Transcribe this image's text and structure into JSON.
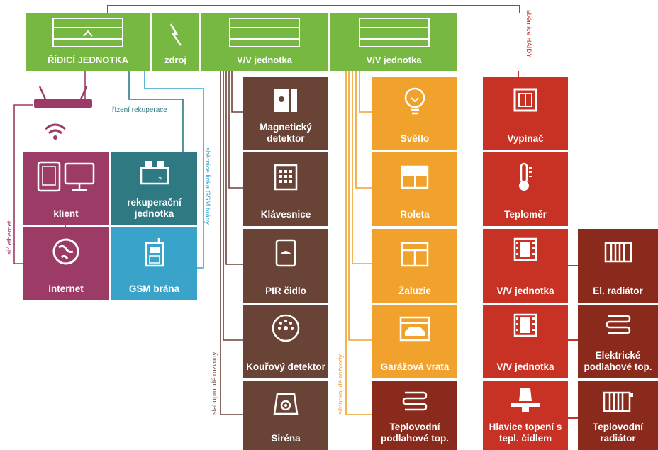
{
  "colors": {
    "green": "#77b843",
    "brown": "#6a4337",
    "orange": "#f0a22c",
    "red": "#c83225",
    "dark_red": "#8a2a1c",
    "maroon": "#9c3c66",
    "teal": "#2f7983",
    "blue": "#3aa3c9"
  },
  "header": {
    "control_unit": "ŘÍDICÍ JEDNOTKA",
    "power_supply": "zdroj",
    "io_unit_1": "V/V jednotka",
    "io_unit_2": "V/V jednotka"
  },
  "wire_labels": {
    "bus": "sběrnice HAIDY",
    "recuperation": "řízení rekuperace",
    "gsm_line": "sběrnice linka GSM brány",
    "ethernet": "síť ethernet",
    "low_voltage": "slaboproudé rozvody",
    "high_voltage": "silnoproudé rozvody"
  },
  "left_group": {
    "client": "klient",
    "recuperation_unit": "rekuperační jednotka",
    "internet": "internet",
    "gsm_gate": "GSM brána"
  },
  "security_column": {
    "items": [
      "Magnetický detektor",
      "Klávesnice",
      "PIR čidlo",
      "Kouřový detektor",
      "Siréna"
    ]
  },
  "power_column": {
    "items": [
      "Světlo",
      "Roleta",
      "Žaluzie",
      "Garážová vrata",
      "Teplovodní podlahové top."
    ]
  },
  "bus_column": {
    "items": [
      "Vypínač",
      "Teploměr",
      "V/V jednotka",
      "V/V jednotka",
      "Hlavice topení s tepl. čidlem"
    ]
  },
  "heating_column": {
    "items": [
      "El. radiátor",
      "Elektrické podlahové top.",
      "Teplovodní radiátor"
    ]
  },
  "icons": {
    "control_unit": "control-unit-icon",
    "power": "lightning-icon",
    "io_module": "io-module-icon",
    "router": "router-icon",
    "wifi": "wifi-icon",
    "tablet": "tablet-icon",
    "monitor": "monitor-icon",
    "globe": "globe-icon",
    "recuperation": "recuperation-icon",
    "phone": "gsm-phone-icon",
    "magnet": "magnetic-detector-icon",
    "keypad": "keypad-icon",
    "pir": "pir-sensor-icon",
    "smoke": "smoke-detector-icon",
    "siren": "siren-icon",
    "bulb": "bulb-icon",
    "blind": "roller-blind-icon",
    "shutter": "shutter-icon",
    "garage": "garage-door-icon",
    "floor_heating": "floor-heating-icon",
    "switch": "switch-icon",
    "thermometer": "thermometer-icon",
    "film_module": "io-module-icon",
    "valve": "valve-head-icon",
    "radiator": "radiator-icon"
  }
}
